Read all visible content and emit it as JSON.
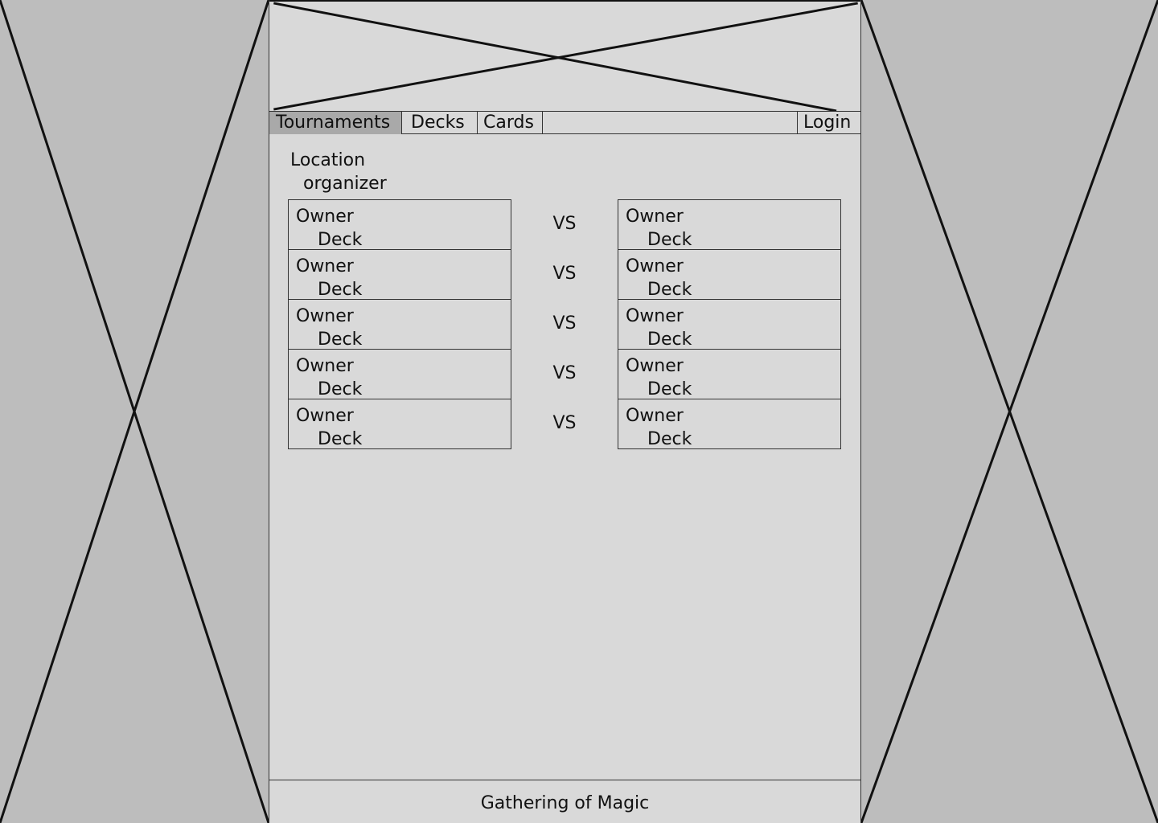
{
  "nav": {
    "tournaments": "Tournaments",
    "decks": "Decks",
    "cards": "Cards",
    "login": "Login"
  },
  "event": {
    "location": "Location",
    "organizer": "organizer"
  },
  "matches": [
    {
      "left": {
        "owner": "Owner",
        "deck": "Deck"
      },
      "vs": "VS",
      "right": {
        "owner": "Owner",
        "deck": "Deck"
      }
    },
    {
      "left": {
        "owner": "Owner",
        "deck": "Deck"
      },
      "vs": "VS",
      "right": {
        "owner": "Owner",
        "deck": "Deck"
      }
    },
    {
      "left": {
        "owner": "Owner",
        "deck": "Deck"
      },
      "vs": "VS",
      "right": {
        "owner": "Owner",
        "deck": "Deck"
      }
    },
    {
      "left": {
        "owner": "Owner",
        "deck": "Deck"
      },
      "vs": "VS",
      "right": {
        "owner": "Owner",
        "deck": "Deck"
      }
    },
    {
      "left": {
        "owner": "Owner",
        "deck": "Deck"
      },
      "vs": "VS",
      "right": {
        "owner": "Owner",
        "deck": "Deck"
      }
    }
  ],
  "footer": {
    "text": "Gathering of Magic"
  }
}
